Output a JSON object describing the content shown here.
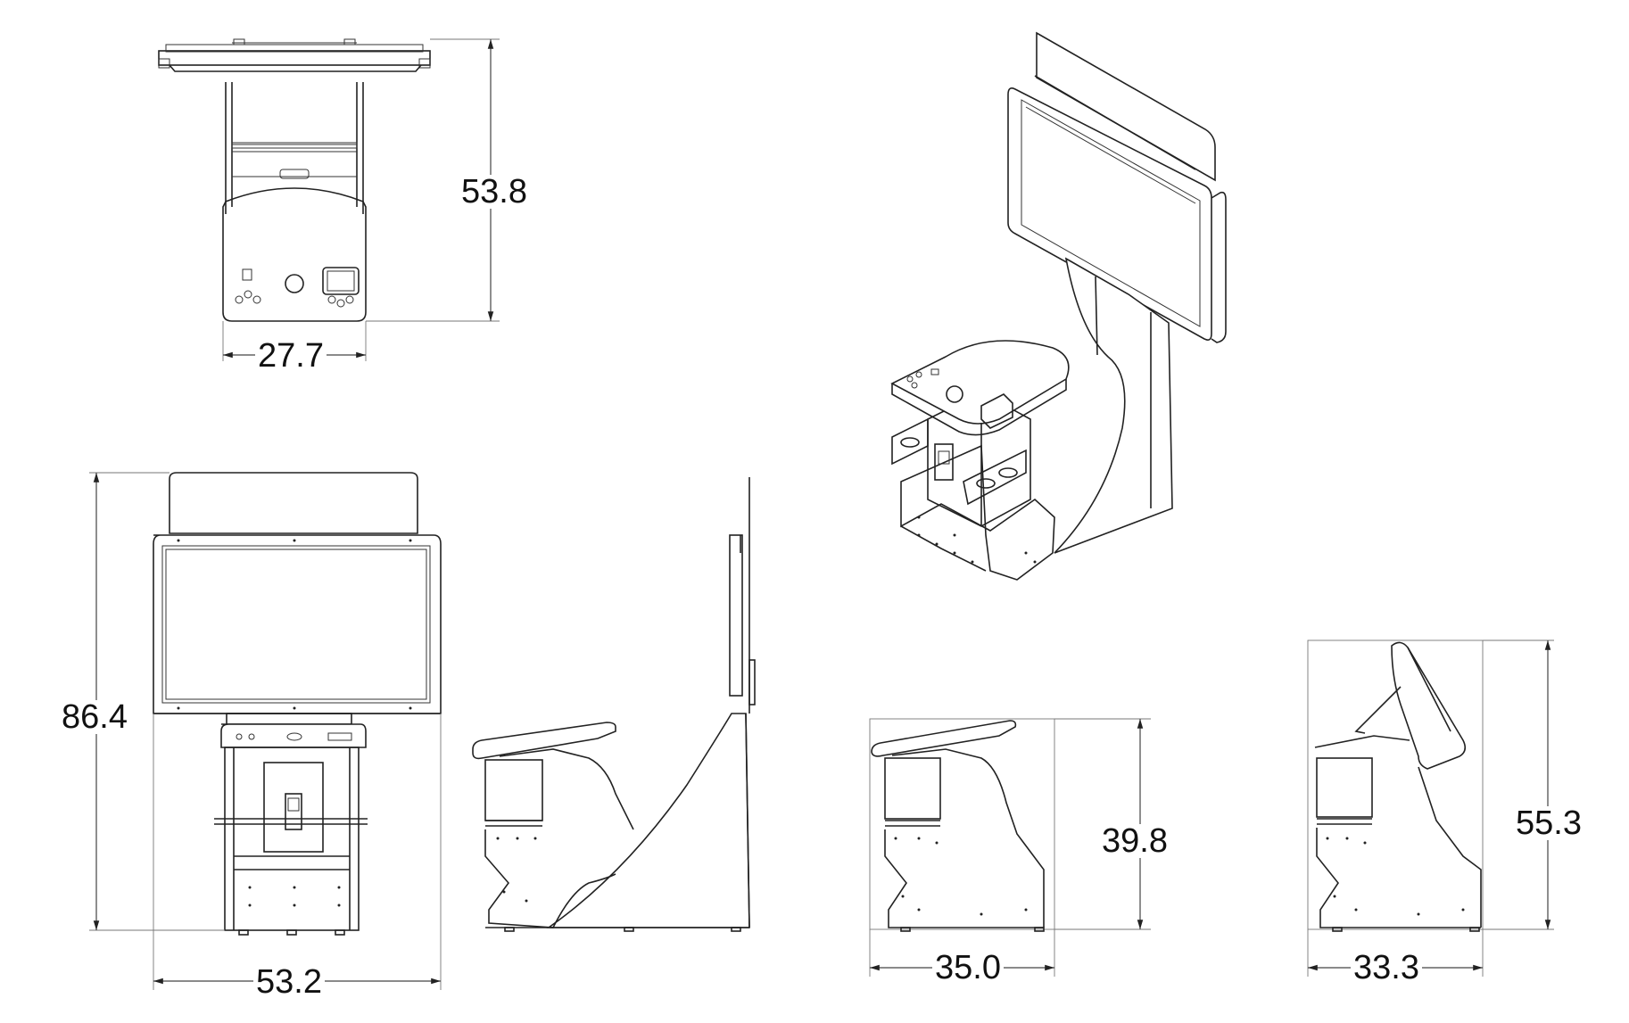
{
  "dimensions": {
    "front_top_height": "53.8",
    "front_top_width": "27.7",
    "front_full_height": "86.4",
    "front_full_width": "53.2",
    "side_small_height": "39.8",
    "side_small_width": "35.0",
    "side_tilt_height": "55.3",
    "side_tilt_width": "33.3"
  },
  "colors": {
    "line": "#222222",
    "background": "#ffffff"
  }
}
